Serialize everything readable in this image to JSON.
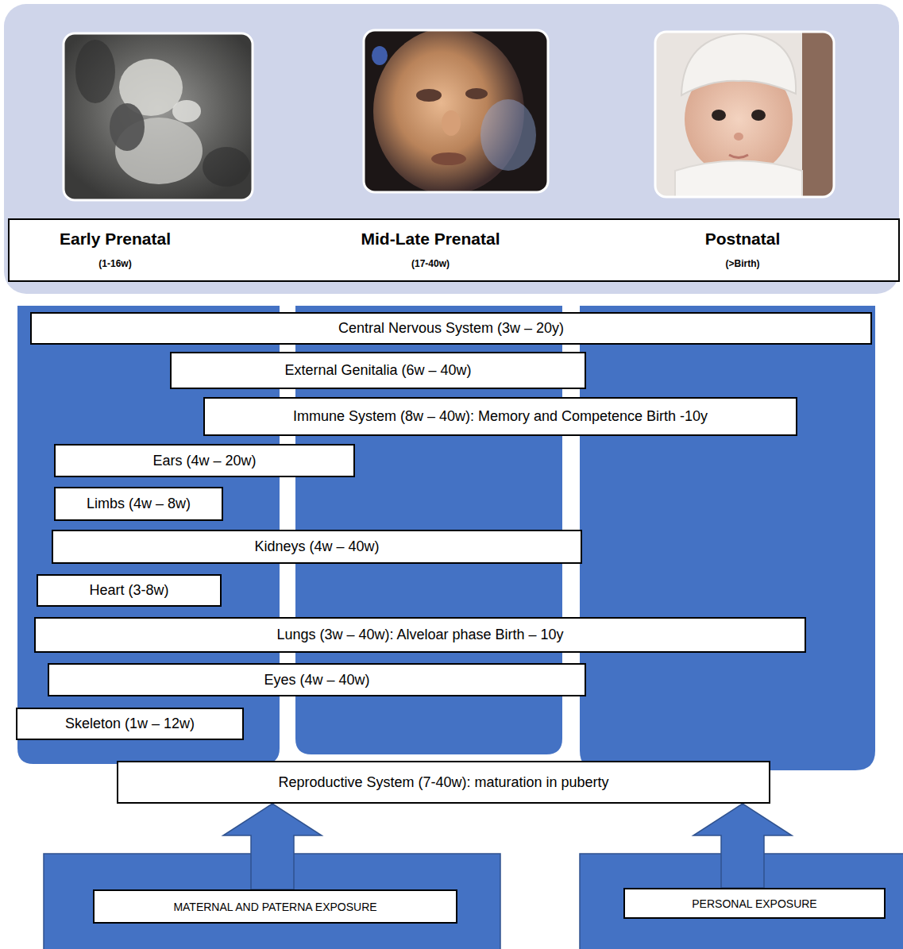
{
  "diagram": {
    "nodes": [
      {
        "text": [
          "Early Prenatal",
          "(1-16w)",
          "Mid-Late Prenatal",
          "(17-40w)",
          "Postnatal",
          "(>Birth)"
        ]
      },
      {
        "text": [
          "Central Nervous System (3w – 20y)"
        ]
      },
      {
        "text": [
          "External Genitalia (6w – 40w)"
        ]
      },
      {
        "text": [
          "Immune System (8w – 40w): Memory and Competence Birth -10y"
        ]
      },
      {
        "text": [
          "Ears (4w – 20w)"
        ]
      },
      {
        "text": [
          "Limbs (4w – 8w)"
        ]
      },
      {
        "text": [
          "Kidneys (4w – 40w)"
        ]
      },
      {
        "text": [
          "Heart (3-8w)"
        ]
      },
      {
        "text": [
          "Lungs (3w – 40w): Alveloar phase Birth – 10y"
        ]
      },
      {
        "text": [
          "Eyes (4w – 40w)"
        ]
      },
      {
        "text": [
          "Skeleton (1w – 12w)"
        ]
      },
      {
        "text": [
          "Reproductive System (7-40w): maturation in puberty"
        ]
      },
      {
        "text": [
          "MATERNAL AND PATERNA EXPOSURE"
        ]
      },
      {
        "text": [
          "PERSONAL EXPOSURE"
        ]
      }
    ],
    "edges": [
      {
        "from": 12,
        "to": 11,
        "arrow": "to"
      },
      {
        "from": 13,
        "to": 11,
        "arrow": "to"
      }
    ]
  }
}
